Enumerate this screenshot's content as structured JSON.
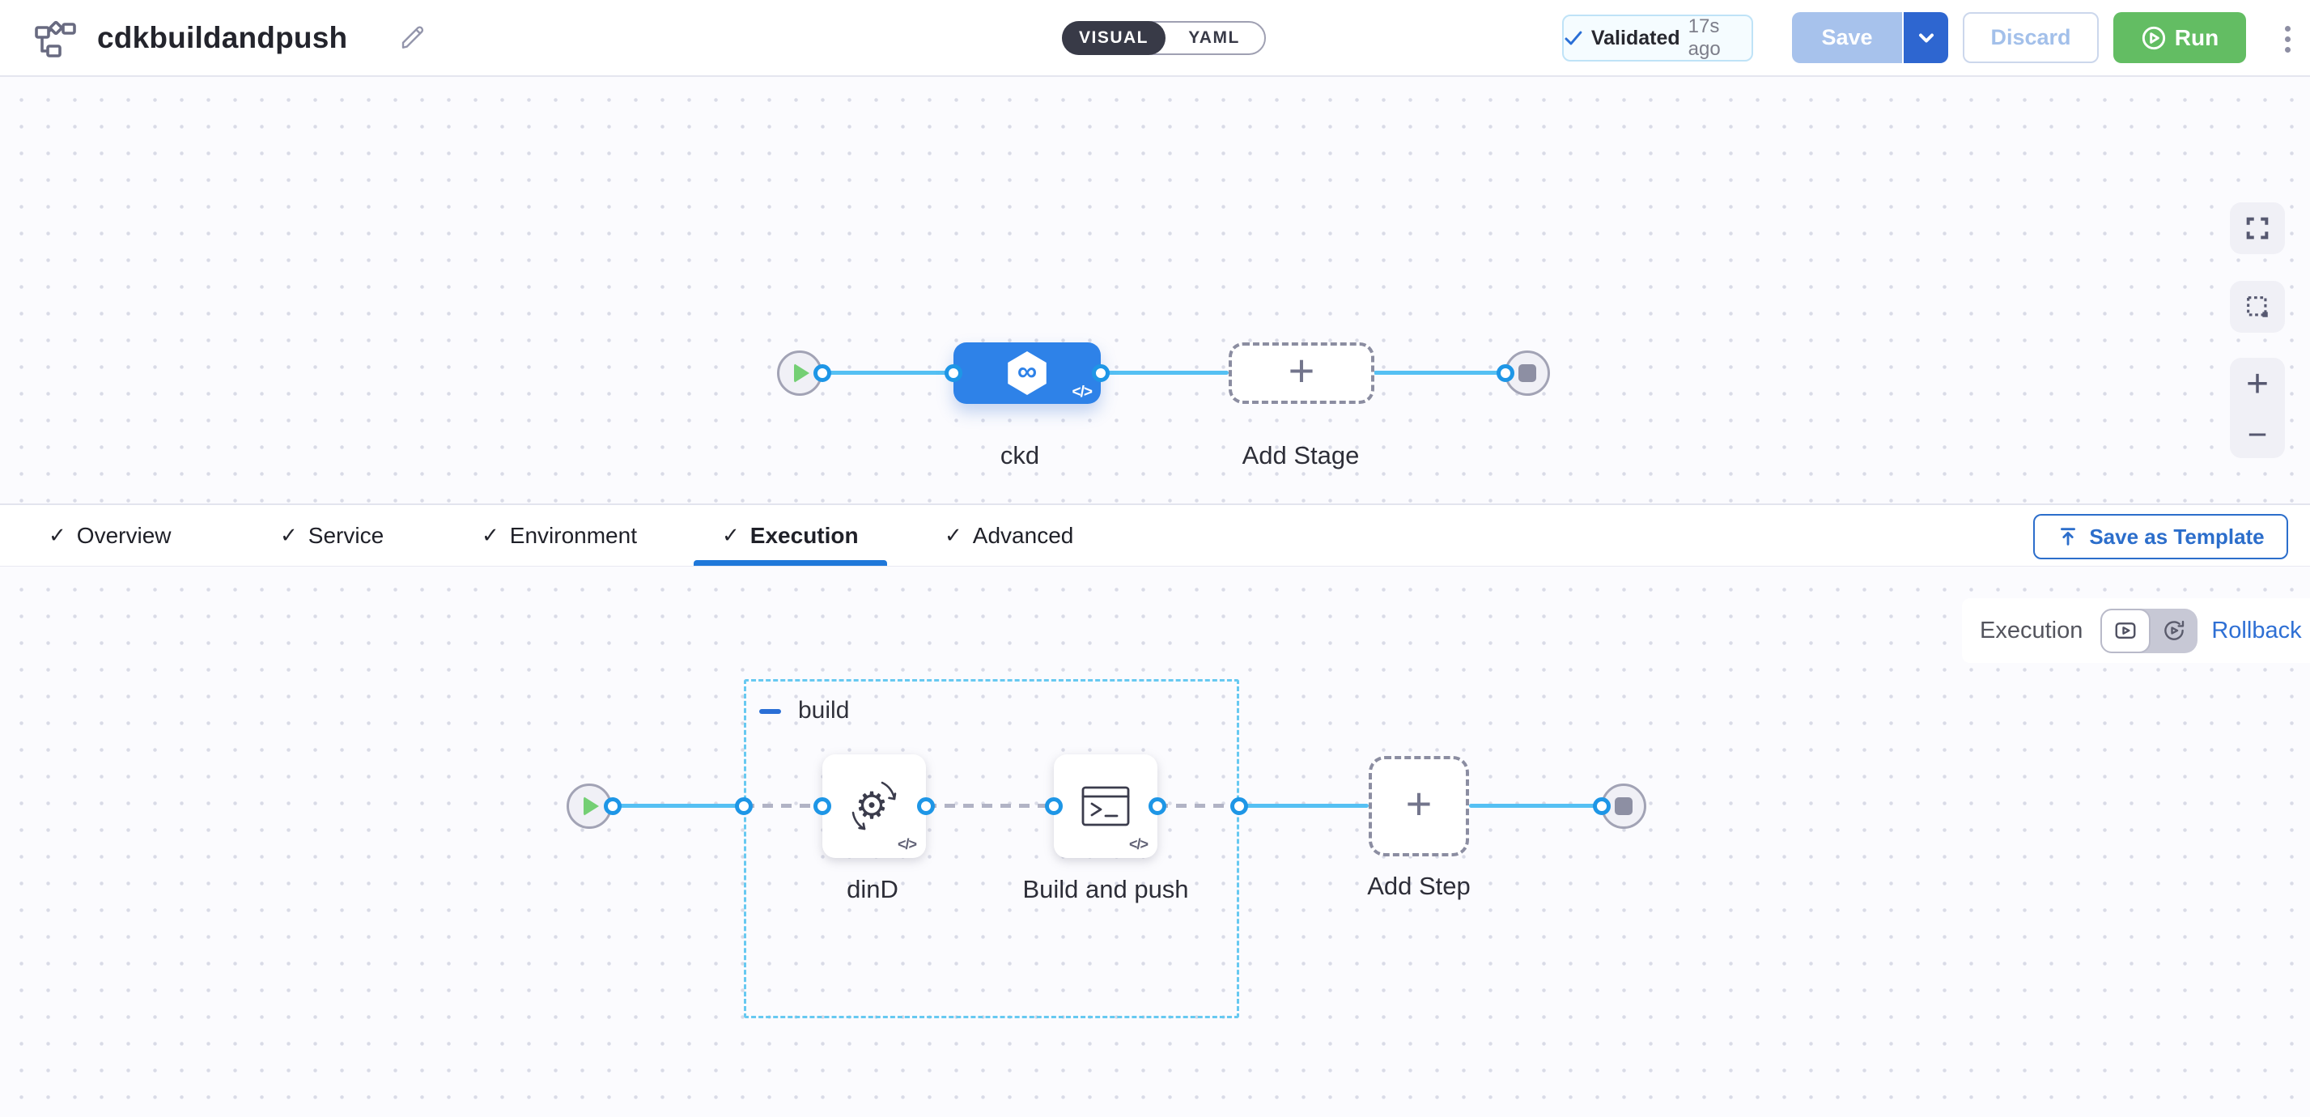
{
  "header": {
    "title": "cdkbuildandpush",
    "mode_toggle": {
      "visual": "VISUAL",
      "yaml": "YAML"
    },
    "validation": {
      "status": "Validated",
      "time": "17s ago"
    },
    "buttons": {
      "save": "Save",
      "discard": "Discard",
      "run": "Run"
    }
  },
  "tabs": {
    "items": [
      {
        "label": "Overview"
      },
      {
        "label": "Service"
      },
      {
        "label": "Environment"
      },
      {
        "label": "Execution"
      },
      {
        "label": "Advanced"
      }
    ],
    "active": "Execution",
    "save_as_template": "Save as Template"
  },
  "pipeline": {
    "stage": {
      "name": "ckd"
    },
    "add_stage": "Add Stage"
  },
  "execution": {
    "toolbar": {
      "mode_label": "Execution",
      "rollback": "Rollback"
    },
    "group": {
      "name": "build"
    },
    "steps": [
      {
        "name": "dinD"
      },
      {
        "name": "Build and push"
      }
    ],
    "add_step": "Add Step"
  },
  "icons": {
    "check": "✓",
    "plus": "+",
    "minus": "−",
    "code": "</>",
    "infinity": "∞",
    "gear": "⚙"
  },
  "colors": {
    "accent_blue": "#2c6ecb",
    "edge_blue": "#55c0f3",
    "port_blue": "#1e96e6",
    "run_green": "#63bd63",
    "node_blue": "#2e82e8",
    "group_dash_blue": "#67c9f1"
  }
}
